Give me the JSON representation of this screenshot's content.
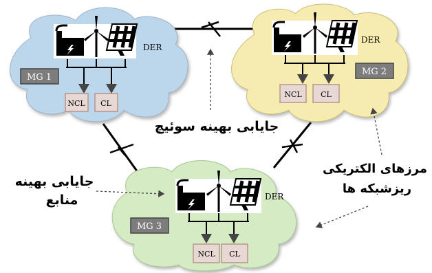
{
  "microgrids": [
    {
      "name": "MG 1",
      "der_label": "DER",
      "ncl_label": "NCL",
      "cl_label": "CL",
      "cloud_color": "#bcd6ec"
    },
    {
      "name": "MG 2",
      "der_label": "DER",
      "ncl_label": "NCL",
      "cl_label": "CL",
      "cloud_color": "#f7ecb0"
    },
    {
      "name": "MG 3",
      "der_label": "DER",
      "ncl_label": "NCL",
      "cl_label": "CL",
      "cloud_color": "#d5ebc4"
    }
  ],
  "annotations": {
    "switch_placement": "جایابی بهینه سوئیچ",
    "resource_placement_line1": "جایابی بهینه",
    "resource_placement_line2": "منابع",
    "boundaries_line1": "مرزهای الکتریکی",
    "boundaries_line2": "ریزشبکه ها"
  },
  "colors": {
    "mg_badge_fill": "#7d7d7d",
    "load_box_fill": "#e8d8d3",
    "load_box_border": "#b08a80",
    "dashed_arrow": "#444444"
  },
  "icons": [
    "factory-icon",
    "lightning-icon",
    "wind-turbine-icon",
    "solar-panel-icon",
    "switch-icon"
  ]
}
